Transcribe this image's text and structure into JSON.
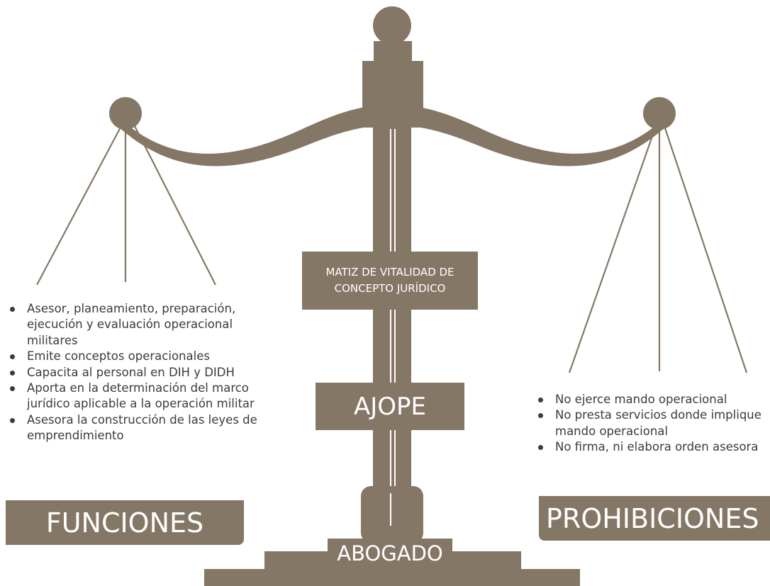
{
  "center": {
    "matiz_label": "MATIZ DE VITALIDAD DE\nCONCEPTO JURÍDICO",
    "ajope_label": "AJOPE",
    "abogado_label": "ABOGADO"
  },
  "left": {
    "title": "FUNCIONES",
    "items": [
      "Asesor, planeamiento, preparación, ejecución y evaluación operacional militares",
      "Emite conceptos operacionales",
      "Capacita al personal en DIH y DIDH",
      "Aporta en la determinación del marco jurídico aplicable a la operación militar",
      "Asesora la construcción de las leyes de emprendimiento"
    ]
  },
  "right": {
    "title": "PROHIBICIONES",
    "items": [
      "No ejerce mando operacional",
      "No presta servicios donde implique mando operacional",
      "No firma, ni elabora orden asesora"
    ]
  },
  "colors": {
    "accent": "#857766",
    "text": "#3f3a36",
    "background": "#ffffff"
  }
}
